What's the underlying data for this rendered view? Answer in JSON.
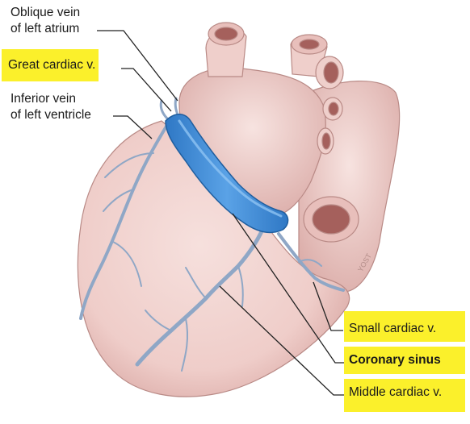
{
  "labels": {
    "oblique_vein_line1": "Oblique vein",
    "oblique_vein_line2": "of left atrium",
    "great_cardiac": "Great cardiac v.",
    "inferior_vein_line1": "Inferior vein",
    "inferior_vein_line2": "of left ventricle",
    "small_cardiac": "Small cardiac v.",
    "coronary_sinus": "Coronary sinus",
    "middle_cardiac": "Middle cardiac v."
  },
  "signature": "YOST",
  "colors": {
    "highlight": "#fbf02b",
    "heart_fill": "#f1d2cf",
    "heart_shadow": "#d9a8a4",
    "heart_outline": "#b98a86",
    "vein": "#8fa7c6",
    "vein_dark": "#6b86ad",
    "coronary_sinus": "#3b84cf",
    "leader_line": "#222222"
  }
}
